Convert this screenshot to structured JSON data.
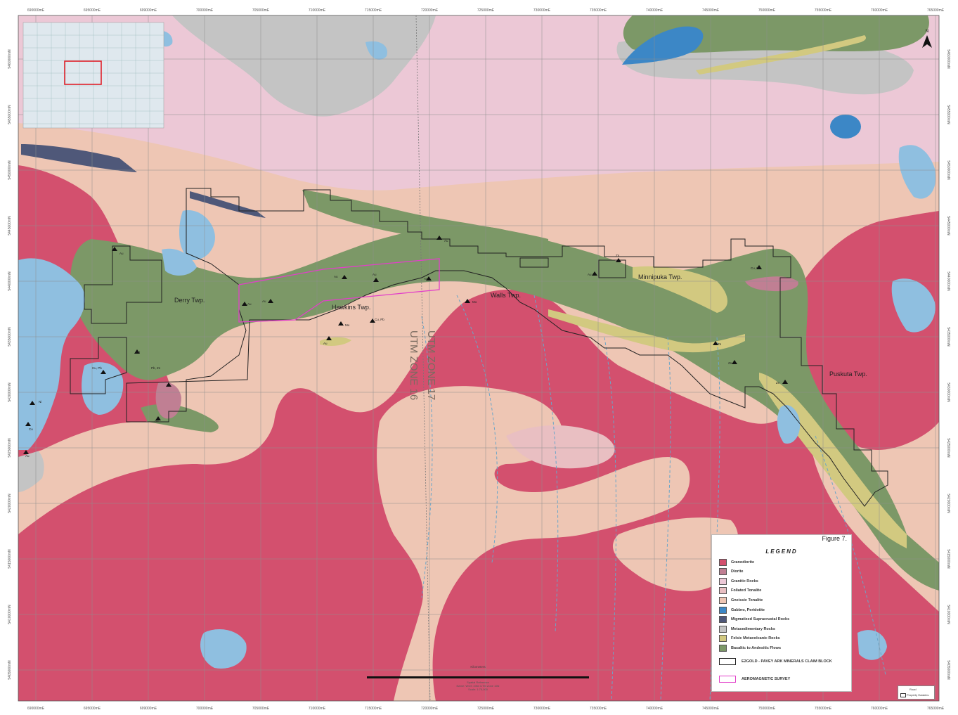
{
  "map": {
    "figure_label": "Figure 7.",
    "top_ticks": [
      "690000mE",
      "695000mE",
      "699000mE",
      "700000mE",
      "705000mE",
      "710000mE",
      "715000mE",
      "720000mE",
      "725000mE",
      "730000mE",
      "735000mE",
      "740000mE",
      "745000mE",
      "750000mE",
      "755000mE",
      "760000mE",
      "765000mE"
    ],
    "bottom_ticks": [
      "690000mE",
      "695000mE",
      "699000mE",
      "700000mE",
      "705000mE",
      "710000mE",
      "715000mE",
      "720000mE",
      "725000mE",
      "730000mE",
      "735000mE",
      "740000mE",
      "745000mE",
      "750000mE",
      "755000mE",
      "760000mE",
      "765000mE"
    ],
    "left_ticks": [
      "5460000mN",
      "5455000mN",
      "5450000mN",
      "5445000mN",
      "5440000mN",
      "5435000mN",
      "5430000mN",
      "5425000mN",
      "5420000mN",
      "5415000mN",
      "5410000mN",
      "5405000mN",
      "5400000mN"
    ],
    "right_ticks": [
      "5460000mN",
      "5455000mN",
      "5450000mN",
      "5445000mN",
      "5440000mN",
      "5435000mN",
      "5430000mN",
      "5425000mN",
      "5420000mN",
      "5415000mN",
      "5410000mN",
      "5405000mN",
      "5400000mN"
    ],
    "north_arrow": "N",
    "township_labels": {
      "derry": "Derry Twp.",
      "hawkins": "Hawkins Twp.",
      "walls": "Walls Twp.",
      "minnipuka": "Minnipuka Twp.",
      "puskuta": "Puskuta Twp."
    },
    "utm_labels": {
      "z17": "UTM ZONE 17",
      "z16": "UTM ZONE 16"
    },
    "occurrence_labels": [
      "Au",
      "Au",
      "Au",
      "Au",
      "Au",
      "Au",
      "Au",
      "Mo",
      "Mo",
      "Cu, Pb",
      "Cu, Pb",
      "Zn",
      "Zn",
      "Zn",
      "Zn",
      "Cu, Pb",
      "Pb, Zn",
      "Mo",
      "Au",
      "Au",
      "Cu",
      "Au",
      "Ni",
      "Au"
    ]
  },
  "legend": {
    "title": "LEGEND",
    "items": [
      {
        "label": "Granodiorite",
        "color": "#d3506e"
      },
      {
        "label": "Diorite",
        "color": "#c07f93"
      },
      {
        "label": "Granitic Rocks",
        "color": "#ecc8d6"
      },
      {
        "label": "Foliated Tonalite",
        "color": "#e9bfc2"
      },
      {
        "label": "Gneissic Tonalite",
        "color": "#eec6b4"
      },
      {
        "label": "Gabbro, Peridotite",
        "color": "#3c87c6"
      },
      {
        "label": "Migmatized Supracrustal Rocks",
        "color": "#4f5879"
      },
      {
        "label": "Metasedimentary Rocks",
        "color": "#c4c4c4"
      },
      {
        "label": "Felsic Metavolcanic Rocks",
        "color": "#d2c980"
      },
      {
        "label": "Basaltic to Andesitic Flows",
        "color": "#7c9867"
      }
    ],
    "claim_block": "E2GOLD - PAVEY ARK MINERALS CLAIM BLOCK",
    "aeromagnetic": "AEROMAGNETIC SURVEY",
    "claim_color": "#222222",
    "survey_color": "#e23fc9"
  },
  "scale": {
    "label": "Kilometers",
    "reference_1": "Spatial Reference",
    "reference_2": "Name: WGS 1984 UTM Zone 16N",
    "reference_3": "Scale: 1:75,000"
  },
  "inset_legend": {
    "line1": "Road",
    "line2": "Property Hawkins"
  }
}
